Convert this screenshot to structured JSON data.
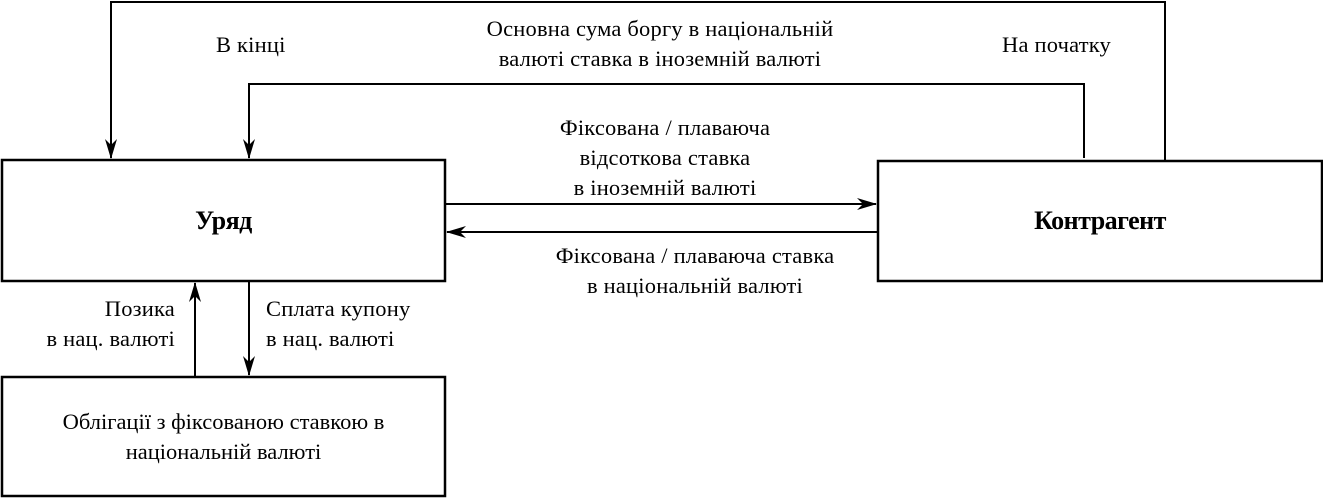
{
  "nodes": {
    "government": "Уряд",
    "counterparty": "Контрагент",
    "bonds": {
      "line1": "Облігації з фіксованою ставкою в",
      "line2": "національній валюті"
    }
  },
  "labels": {
    "end": "В кінці",
    "beginning": "На початку",
    "principal": {
      "line1": "Основна сума боргу в національній",
      "line2": "валюті ставка в іноземній валюті"
    },
    "foreign_rate": {
      "line1": "Фіксована / плаваюча",
      "line2": "відсоткова ставка",
      "line3": "в іноземній валюті"
    },
    "national_rate": {
      "line1": "Фіксована / плаваюча ставка",
      "line2": "в національній валюті"
    },
    "loan": {
      "line1": "Позика",
      "line2": "в нац. валюті"
    },
    "coupon": {
      "line1": "Сплата купону",
      "line2": "в нац. валюті"
    }
  }
}
